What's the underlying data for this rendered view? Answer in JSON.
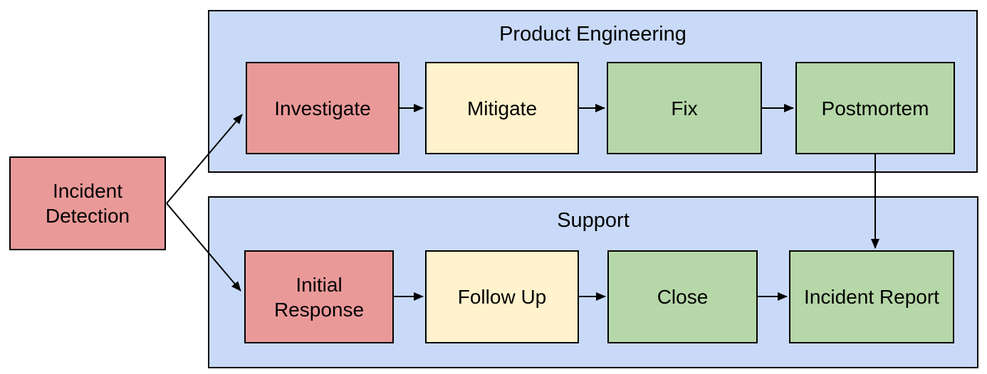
{
  "colors": {
    "lane_fill": "#c9daf8",
    "red_fill": "#ea9999",
    "yellow_fill": "#fff2cc",
    "green_fill": "#b6d7a8",
    "border": "#000000",
    "arrow": "#000000",
    "background": "#ffffff"
  },
  "start_node": {
    "label": "Incident Detection",
    "color": "#ea9999"
  },
  "lanes": [
    {
      "label": "Product Engineering",
      "nodes": [
        {
          "label": "Investigate",
          "color": "#ea9999"
        },
        {
          "label": "Mitigate",
          "color": "#fff2cc"
        },
        {
          "label": "Fix",
          "color": "#b6d7a8"
        },
        {
          "label": "Postmortem",
          "color": "#b6d7a8"
        }
      ]
    },
    {
      "label": "Support",
      "nodes": [
        {
          "label": "Initial Response",
          "color": "#ea9999"
        },
        {
          "label": "Follow Up",
          "color": "#fff2cc"
        },
        {
          "label": "Close",
          "color": "#b6d7a8"
        },
        {
          "label": "Incident Report",
          "color": "#b6d7a8"
        }
      ]
    }
  ],
  "edges": [
    {
      "from": "Incident Detection",
      "to": "Investigate"
    },
    {
      "from": "Incident Detection",
      "to": "Initial Response"
    },
    {
      "from": "Investigate",
      "to": "Mitigate"
    },
    {
      "from": "Mitigate",
      "to": "Fix"
    },
    {
      "from": "Fix",
      "to": "Postmortem"
    },
    {
      "from": "Postmortem",
      "to": "Incident Report"
    },
    {
      "from": "Initial Response",
      "to": "Follow Up"
    },
    {
      "from": "Follow Up",
      "to": "Close"
    },
    {
      "from": "Close",
      "to": "Incident Report"
    }
  ]
}
